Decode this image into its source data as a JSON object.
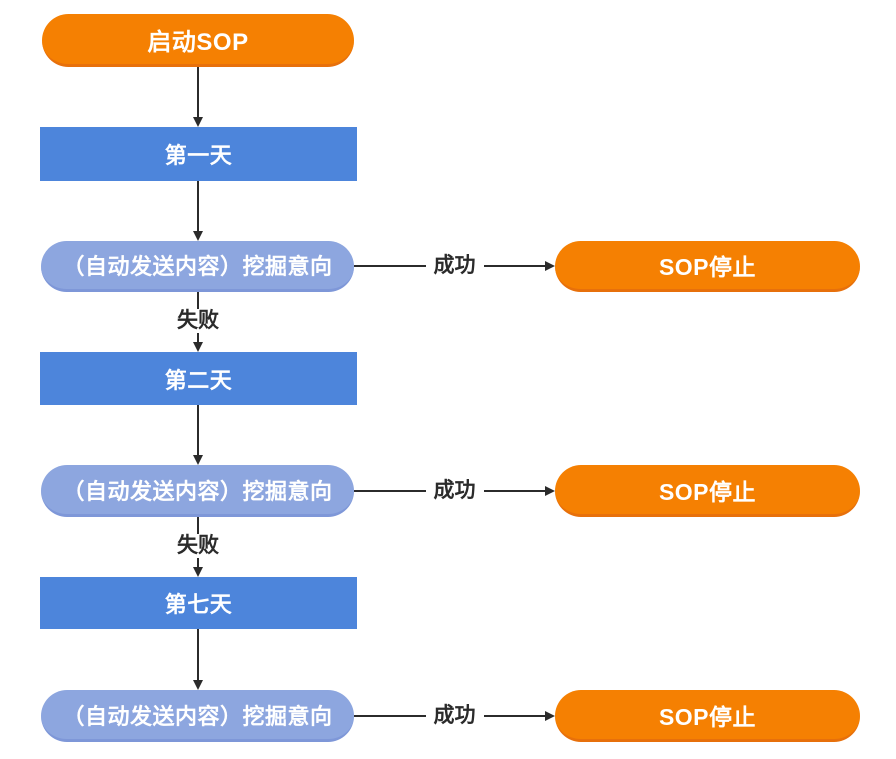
{
  "palette": {
    "orange": "#F58002",
    "orange_edge": "#E7700B",
    "blue": "#4D85DB",
    "light_blue": "#8DA6DF",
    "light_blue_edge": "#7E97D8",
    "line": "#2B2B2B",
    "node_text": "#FFFFFF",
    "background": "#FFFFFF"
  },
  "flow": {
    "start_label": "启动SOP",
    "stages": [
      {
        "day": "第一天",
        "action": "（自动发送内容）挖掘意向",
        "success": "成功",
        "stop": "SOP停止",
        "fail": "失败"
      },
      {
        "day": "第二天",
        "action": "（自动发送内容）挖掘意向",
        "success": "成功",
        "stop": "SOP停止",
        "fail": "失败"
      },
      {
        "day": "第七天",
        "action": "（自动发送内容）挖掘意向",
        "success": "成功",
        "stop": "SOP停止"
      }
    ]
  }
}
